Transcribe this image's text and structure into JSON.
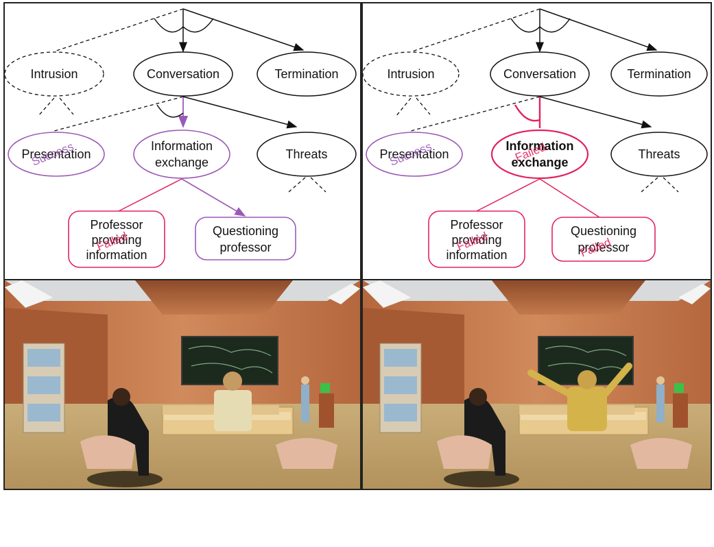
{
  "colors": {
    "default_stroke": "#111111",
    "success_purple": "#9b59b6",
    "failed_pink": "#e0245e",
    "background": "#ffffff"
  },
  "left_tree": {
    "root_children": {
      "intrusion": "Intrusion",
      "conversation": "Conversation",
      "termination": "Termination"
    },
    "conversation_children": {
      "presentation": "Presentation",
      "info_exchange_line1": "Information",
      "info_exchange_line2": "exchange",
      "threats": "Threats"
    },
    "exchange_children": {
      "professor_line1": "Professor",
      "professor_line2": "providing",
      "professor_line3": "information",
      "questioning_line1": "Questioning",
      "questioning_line2": "professor"
    },
    "stamps": {
      "presentation_status": "Success",
      "professor_status": "Failed"
    }
  },
  "right_tree": {
    "root_children": {
      "intrusion": "Intrusion",
      "conversation": "Conversation",
      "termination": "Termination"
    },
    "conversation_children": {
      "presentation": "Presentation",
      "info_exchange_line1": "Information",
      "info_exchange_line2": "exchange",
      "threats": "Threats"
    },
    "exchange_children": {
      "professor_line1": "Professor",
      "professor_line2": "providing",
      "professor_line3": "information",
      "questioning_line1": "Questioning",
      "questioning_line2": "professor"
    },
    "stamps": {
      "presentation_status": "Success",
      "exchange_status": "Failed",
      "professor_status": "Failed",
      "questioning_status": "Failed"
    }
  }
}
